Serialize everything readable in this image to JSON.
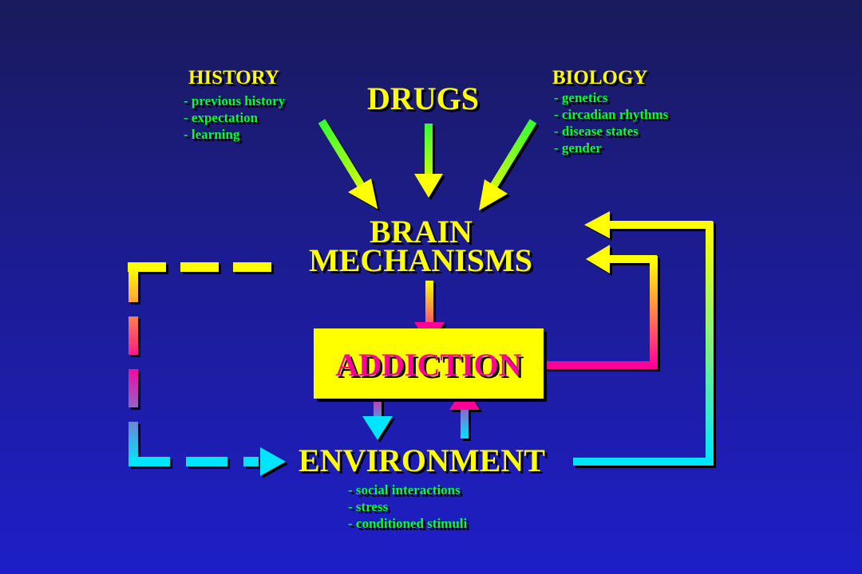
{
  "history": {
    "title": "HISTORY",
    "items": [
      "- previous history",
      "- expectation",
      "- learning"
    ]
  },
  "drugs": {
    "title": "DRUGS"
  },
  "biology": {
    "title": "BIOLOGY",
    "items": [
      "- genetics",
      "- circadian rhythms",
      "- disease states",
      "- gender"
    ]
  },
  "brain": {
    "line1": "BRAIN",
    "line2": "MECHANISMS"
  },
  "addiction": {
    "title": "ADDICTION"
  },
  "environment": {
    "title": "ENVIRONMENT",
    "items": [
      "- social interactions",
      "- stress",
      "- conditioned stimuli"
    ]
  },
  "colors": {
    "background_top": "#1a1a5c",
    "background_bottom": "#1e1ec8",
    "heading": "#ffff00",
    "subtext": "#00ff33",
    "addiction_text": "#ff0099",
    "addiction_box": "#ffff00",
    "arrow_pink": "#ff0099",
    "arrow_cyan": "#00e5ff",
    "arrow_green": "#33ff33"
  }
}
